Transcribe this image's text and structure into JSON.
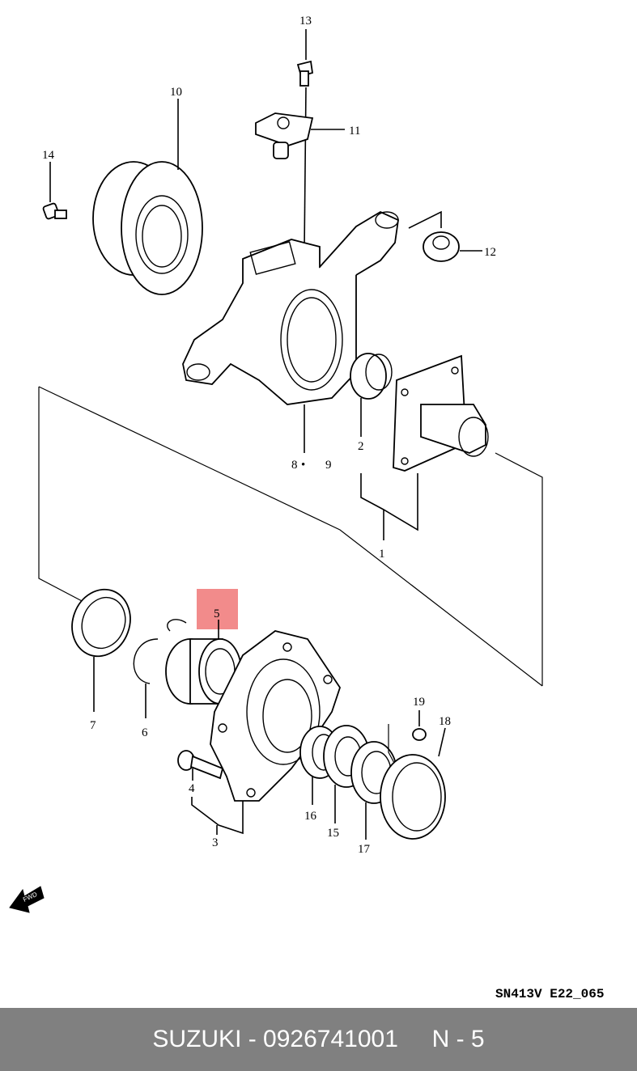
{
  "diagram": {
    "callouts": {
      "p1": "1",
      "p2": "2",
      "p3": "3",
      "p4": "4",
      "p5": "5",
      "p6": "6",
      "p7": "7",
      "p8": "8",
      "p8sep": "•",
      "p9": "9",
      "p10": "10",
      "p11": "11",
      "p12": "12",
      "p13": "13",
      "p14": "14",
      "p15": "15",
      "p16": "16",
      "p17": "17",
      "p18": "18",
      "p19": "19"
    },
    "fwd_label": "FWD",
    "drawing_code": "SN413V E22_065",
    "highlight_color": "#f28b8b"
  },
  "footer": {
    "text": "SUZUKI - 0926741001     N - 5",
    "background": "#808080"
  }
}
